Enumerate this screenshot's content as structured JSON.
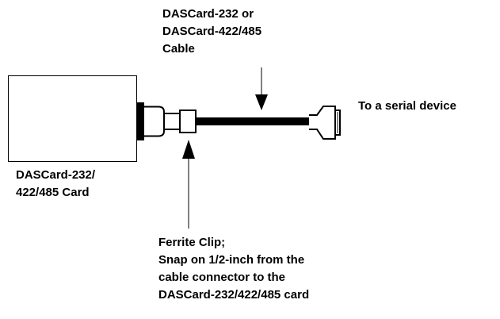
{
  "labels": {
    "cable": [
      "DASCard-232 or",
      "DASCard-422/485",
      "Cable"
    ],
    "destination": "To a serial device",
    "card": [
      "DASCard-232/",
      "422/485 Card"
    ],
    "ferrite": [
      "Ferrite Clip;",
      "Snap on 1/2-inch from the",
      "cable connector to the",
      "DASCard-232/422/485 card"
    ]
  },
  "colors": {
    "ink": "#000000",
    "paper": "#ffffff"
  }
}
